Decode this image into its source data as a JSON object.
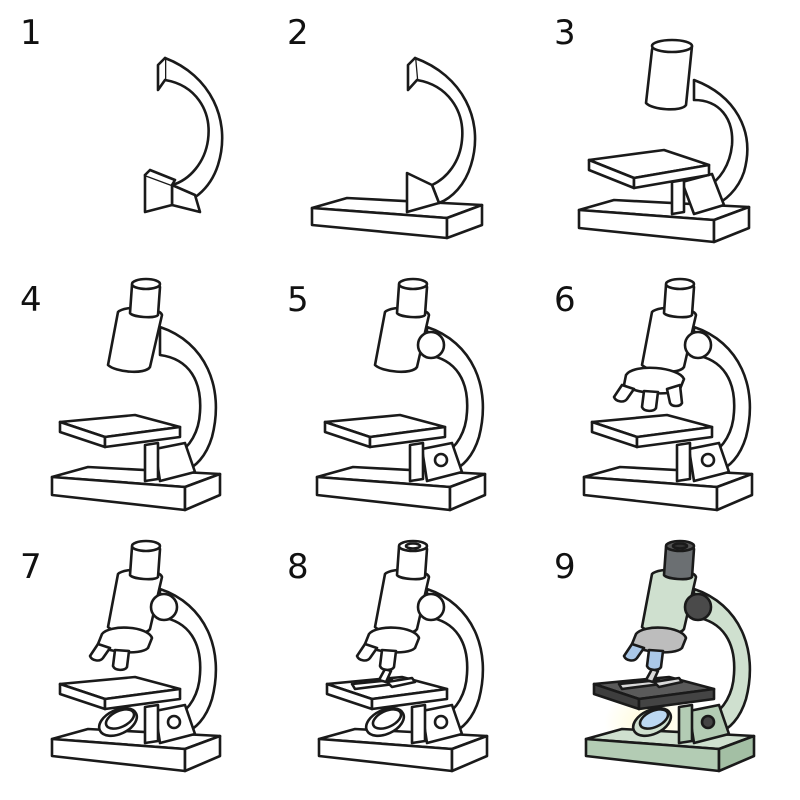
{
  "steps": [
    {
      "number": "1"
    },
    {
      "number": "2"
    },
    {
      "number": "3"
    },
    {
      "number": "4"
    },
    {
      "number": "5"
    },
    {
      "number": "6"
    },
    {
      "number": "7"
    },
    {
      "number": "8"
    },
    {
      "number": "9"
    }
  ],
  "colors": {
    "line": "#1a1a1a",
    "fill": "#ffffff",
    "body_green": "#cfe0cf",
    "body_green_dark": "#a9c3ab",
    "stage_gray": "#555555",
    "stage_gray_dark": "#3c3c3c",
    "knob_gray": "#4a4a4a",
    "lens_blue": "#aac8e8",
    "mirror_glow": "#fff7c0",
    "eyepiece_gray": "#6b6f72"
  }
}
